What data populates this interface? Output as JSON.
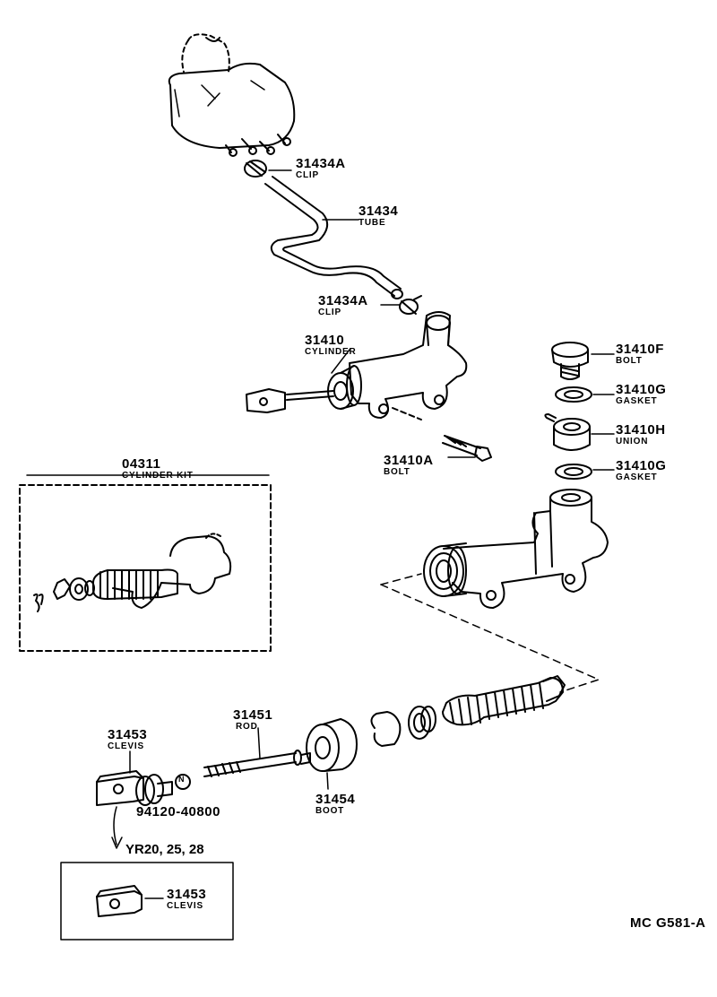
{
  "parts": {
    "clip_top": {
      "number": "31434A",
      "name": "CLIP"
    },
    "tube": {
      "number": "31434",
      "name": "TUBE"
    },
    "clip_lower": {
      "number": "31434A",
      "name": "CLIP"
    },
    "cylinder": {
      "number": "31410",
      "name": "CYLINDER"
    },
    "bolt_top": {
      "number": "31410F",
      "name": "BOLT"
    },
    "gasket_top": {
      "number": "31410G",
      "name": "GASKET"
    },
    "union": {
      "number": "31410H",
      "name": "UNION"
    },
    "gasket_lower": {
      "number": "31410G",
      "name": "GASKET"
    },
    "bolt_mount": {
      "number": "31410A",
      "name": "BOLT"
    },
    "cylinder_kit": {
      "number": "04311",
      "name": "CYLINDER KIT"
    },
    "rod": {
      "number": "31451",
      "name": "ROD"
    },
    "clevis": {
      "number": "31453",
      "name": "CLEVIS"
    },
    "boot": {
      "number": "31454",
      "name": "BOOT"
    },
    "nut": {
      "number": "94120-40800",
      "symbol": "N"
    },
    "clevis_alt": {
      "number": "31453",
      "name": "CLEVIS"
    }
  },
  "model_note": "YR20, 25, 28",
  "drawing_code": "MC G581-A"
}
